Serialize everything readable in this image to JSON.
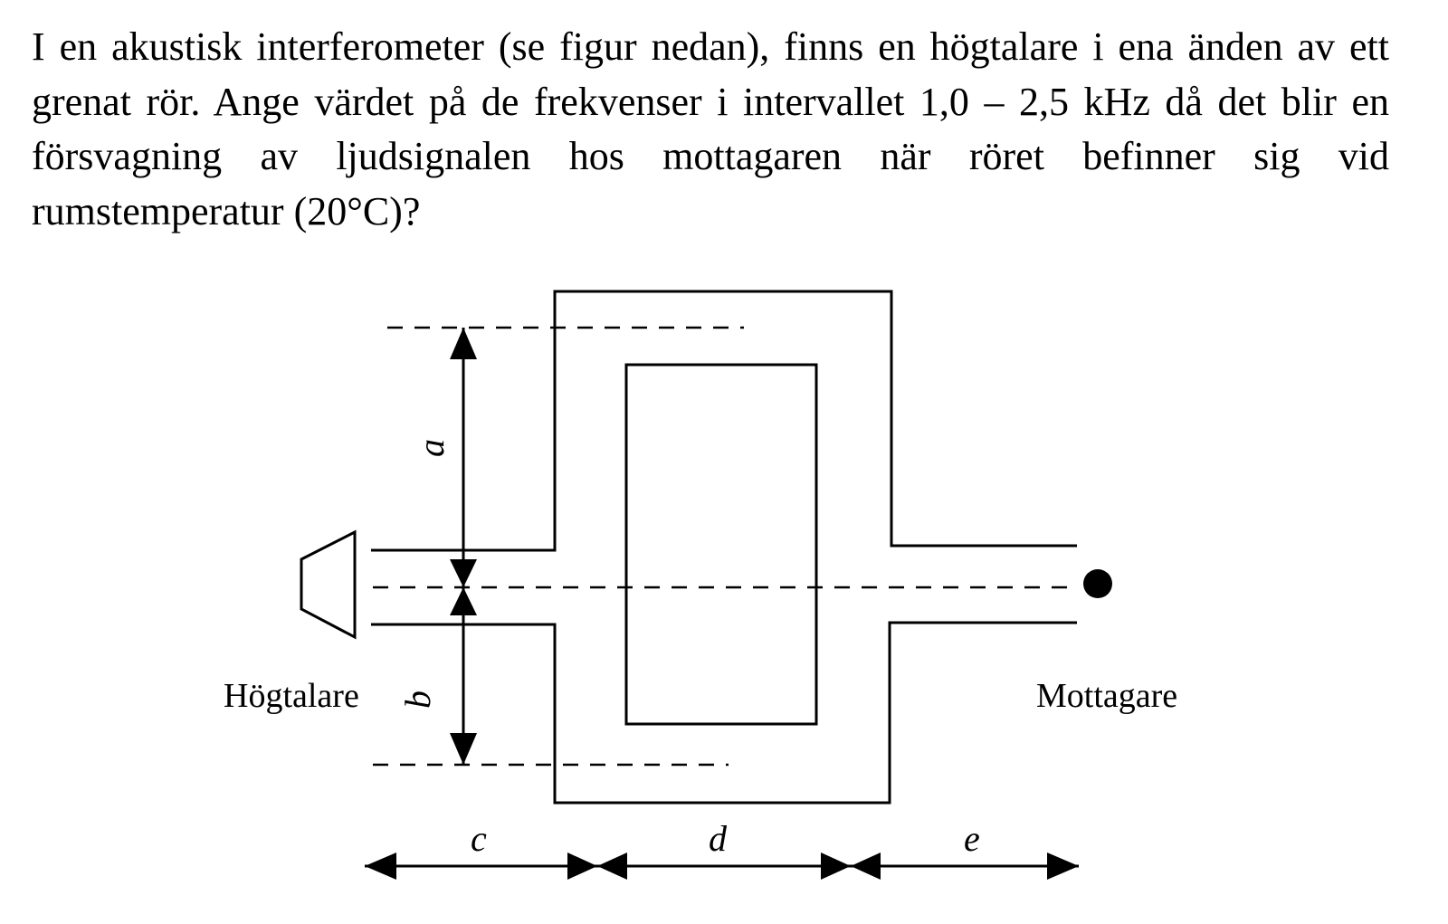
{
  "question": {
    "text": "I en akustisk interferometer (se figur nedan), finns en högtalare i ena änden av ett grenat rör. Ange värdet på de frekvenser i intervallet 1,0 – 2,5 kHz då det blir en försvagning av ljudsignalen hos mottagaren när röret befinner sig vid rumstemperatur (20°C)?"
  },
  "figure": {
    "speaker_label": "Högtalare",
    "receiver_label": "Mottagare",
    "dimension_labels": {
      "a": "a",
      "b": "b",
      "c": "c",
      "d": "d",
      "e": "e"
    }
  }
}
